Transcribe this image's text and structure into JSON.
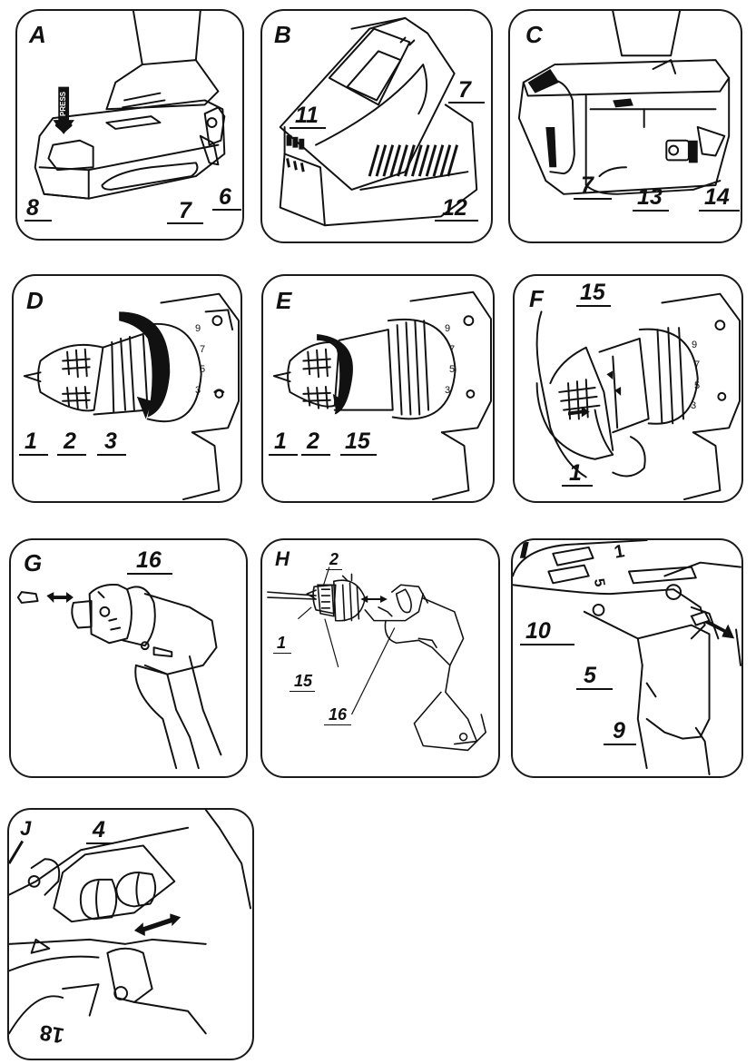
{
  "panels": [
    {
      "id": "A",
      "label": "A",
      "callouts": [
        "8",
        "7",
        "6"
      ],
      "press_text": "PRESS"
    },
    {
      "id": "B",
      "label": "B",
      "callouts": [
        "11",
        "7",
        "12"
      ]
    },
    {
      "id": "C",
      "label": "C",
      "callouts": [
        "7",
        "13",
        "14"
      ]
    },
    {
      "id": "D",
      "label": "D",
      "callouts": [
        "1",
        "2",
        "3"
      ],
      "dial_marks": [
        "9",
        "7",
        "5",
        "3"
      ]
    },
    {
      "id": "E",
      "label": "E",
      "callouts": [
        "1",
        "2",
        "15"
      ],
      "dial_marks": [
        "9",
        "7",
        "5",
        "3"
      ]
    },
    {
      "id": "F",
      "label": "F",
      "callouts": [
        "15",
        "1"
      ],
      "dial_marks": [
        "9",
        "7",
        "5",
        "3"
      ]
    },
    {
      "id": "G",
      "label": "G",
      "callouts": [
        "16"
      ]
    },
    {
      "id": "H",
      "label": "H",
      "callouts": [
        "2",
        "1",
        "15",
        "16"
      ]
    },
    {
      "id": "I",
      "label": "",
      "callouts": [
        "10",
        "5",
        "9"
      ],
      "dial_marks": [
        "1",
        "5"
      ]
    },
    {
      "id": "J",
      "label": "J",
      "callouts": [
        "4"
      ],
      "dial_marks": [
        "18"
      ]
    }
  ],
  "icon_names": [
    "battery-pack-icon",
    "charger-icon",
    "drill-chuck-icon",
    "direction-arrow-icon",
    "screwdriver-bit-icon",
    "drill-bit-icon",
    "speed-switch-icon"
  ]
}
